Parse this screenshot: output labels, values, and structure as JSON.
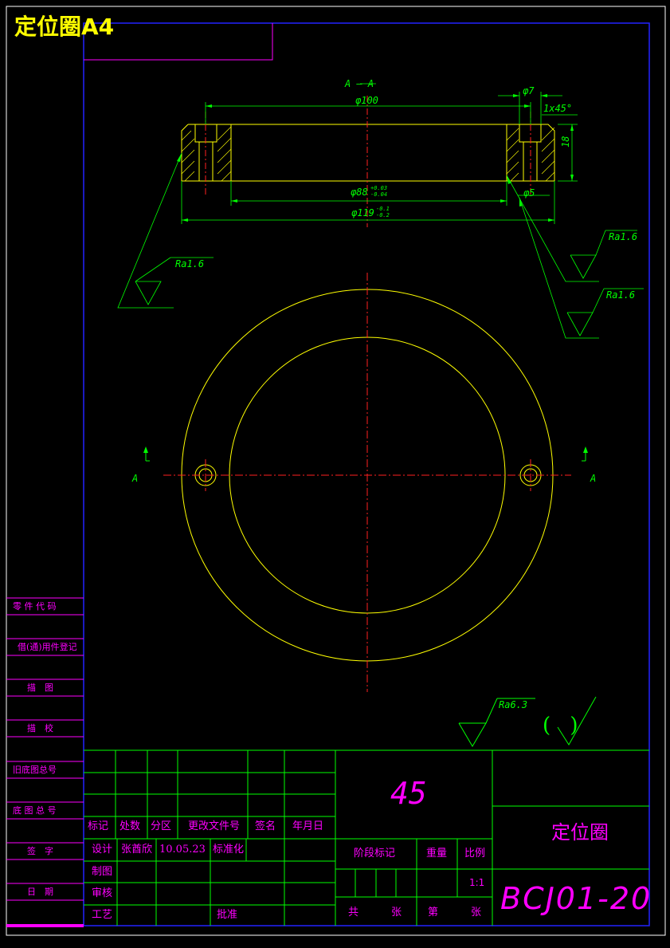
{
  "header": {
    "title": "定位圈A4"
  },
  "section_view": {
    "label": "A — A",
    "dims": {
      "d100": "φ100",
      "d7": "φ7",
      "chamfer": "1x45°",
      "height": "18",
      "d88": "φ88",
      "d88_tol_upper": "+0.03",
      "d88_tol_lower": "-0.04",
      "d5": "φ5",
      "d119": "φ119",
      "d119_tol_upper": "-0.1",
      "d119_tol_lower": "-0.2"
    },
    "roughness": {
      "left": "Ra1.6",
      "right_top": "Ra1.6",
      "right_bottom": "Ra1.6"
    }
  },
  "plan_view": {
    "cut_left": "A",
    "cut_right": "A"
  },
  "general_roughness": {
    "value": "Ra6.3",
    "symbol": "(√)"
  },
  "left_strip": {
    "cells": [
      "零 件 代 码",
      "借(通)用件登记",
      "描　图",
      "描　校",
      "旧底图总号",
      "底 图 总 号",
      "签　字",
      "日　期"
    ]
  },
  "title_block": {
    "material": "45",
    "part_name": "定位圈",
    "drawing_no": "BCJ01-20",
    "rev_header": [
      "标记",
      "处数",
      "分区",
      "更改文件号",
      "签名",
      "年月日"
    ],
    "design_label": "设计",
    "designer": "张酋欣",
    "date": "10.05.23",
    "standardization": "标准化",
    "drafting": "制图",
    "checking": "审核",
    "process": "工艺",
    "approve": "批准",
    "stage_mark": "阶段标记",
    "weight": "重量",
    "scale_label": "比例",
    "scale": "1:1",
    "total_label": "共",
    "sheets_label": "张",
    "sheet_label": "第",
    "sheets_label2": "张"
  }
}
